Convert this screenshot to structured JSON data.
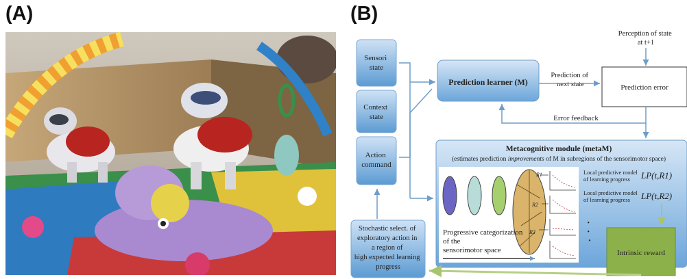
{
  "panels": {
    "a_label": "(A)",
    "b_label": "(B)"
  },
  "diagram": {
    "inputs": [
      "Sensori state",
      "Context state",
      "Action command"
    ],
    "prediction_learner": "Prediction learner (M)",
    "prediction_of_next_state": "Prediction of next state",
    "perception": "Perception of state at t+1",
    "prediction_error": "Prediction error",
    "error_feedback": "Error feedback",
    "meta_title": "Metacognitive module (metaM)",
    "meta_subtitle_pre": "(estimates prediction ",
    "meta_subtitle_em": "improvements",
    "meta_subtitle_post": " of M in subregions of the sensorimotor space)",
    "local_model_1": "Local predictive model of learning progress",
    "local_model_2": "Local predictive model of learning progress",
    "lp1": "LP(t,R1)",
    "lp2": "LP(t,R2)",
    "region_labels": [
      "R1",
      "R2",
      "R3"
    ],
    "progressive": "Progressive categorization of the sensorimotor space",
    "dots": "·",
    "intrinsic_reward": "Intrinsic reward",
    "stochastic": "Stochastic select. of exploratory action in a region of high expected learning progress"
  },
  "colors": {
    "box_blue_top": "#c8def3",
    "box_blue_bottom": "#5f9fd6",
    "reward_green": "#8db14a",
    "arrow_blue": "#6e9dc8",
    "arrow_green": "#b6cf86"
  }
}
